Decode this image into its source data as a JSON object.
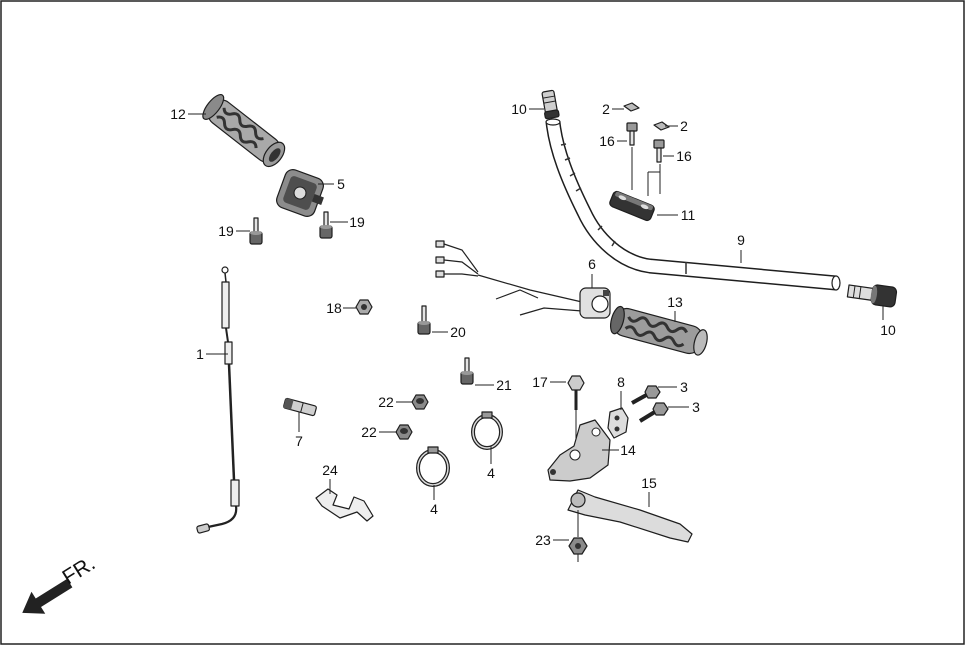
{
  "callouts": [
    "12",
    "5",
    "19",
    "19",
    "1",
    "18",
    "20",
    "21",
    "22",
    "22",
    "7",
    "24",
    "4",
    "4",
    "10",
    "2",
    "2",
    "16",
    "16",
    "11",
    "9",
    "6",
    "13",
    "10",
    "17",
    "8",
    "3",
    "3",
    "14",
    "15",
    "23"
  ],
  "direction_label": "FR."
}
